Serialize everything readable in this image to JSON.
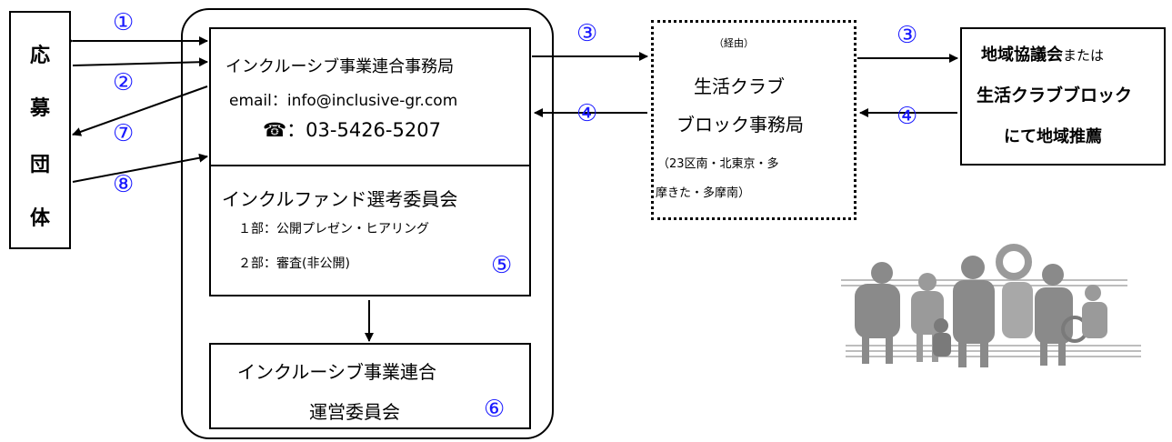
{
  "applicant": {
    "chars": [
      "応",
      "募",
      "団",
      "体"
    ]
  },
  "office": {
    "title": "インクルーシブ事業連合事務局",
    "email": "email：info@inclusive-gr.com",
    "phone_icon": "☎",
    "phone": "：03-5426-5207"
  },
  "committee": {
    "title": "インクルファンド選考委員会",
    "line1": "１部：公開プレゼン・ヒアリング",
    "line2": "２部：審査(非公開)",
    "badge": "⑤"
  },
  "steering": {
    "line1": "インクルーシブ事業連合",
    "line2": "運営委員会",
    "badge": "⑥"
  },
  "bureau": {
    "via": "（経由）",
    "title1": "生活クラブ",
    "title2": "ブロック事務局",
    "area1": "（23区南・北東京・多",
    "area2": "摩きた・多摩南）"
  },
  "regional": {
    "line1a": "地域協議会",
    "line1b": "または",
    "line2": "生活クラブブロック",
    "line3": "にて地域推薦"
  },
  "steps": {
    "s1": "①",
    "s2": "②",
    "s3": "③",
    "s4": "④",
    "s7": "⑦",
    "s8": "⑧"
  },
  "colors": {
    "step_number": "#1a1aff",
    "line": "#000000"
  },
  "illustration": {
    "icon": "people-group-illustration"
  }
}
